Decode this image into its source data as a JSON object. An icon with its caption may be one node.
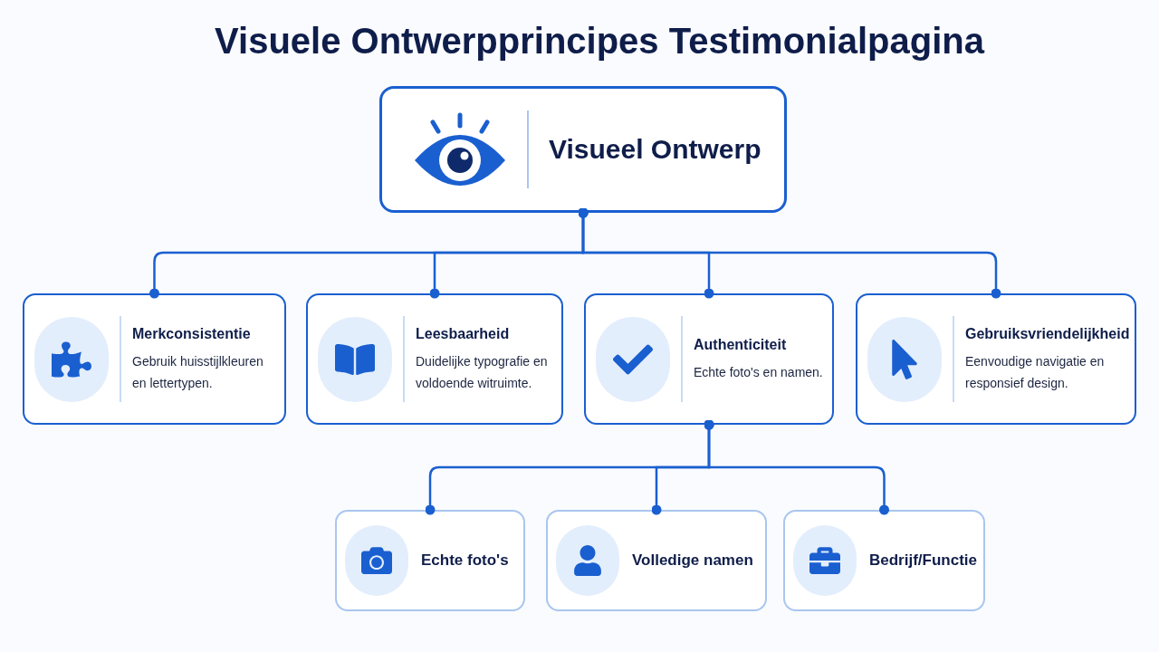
{
  "diagram": {
    "title": "Visuele Ontwerpprincipes Testimonialpagina",
    "nodes": [
      {
        "text": [
          "Visueel Ontwerp"
        ]
      },
      {
        "text": [
          "Merkconsistentie",
          "Gebruik huisstijlkleuren en lettertypen."
        ]
      },
      {
        "text": [
          "Leesbaarheid",
          "Duidelijke typografie en voldoende witruimte."
        ]
      },
      {
        "text": [
          "Authenticiteit",
          "Echte foto's en namen."
        ]
      },
      {
        "text": [
          "Gebruiksvriendelijkheid",
          "Eenvoudige navigatie en responsief design."
        ]
      },
      {
        "text": [
          "Echte foto's"
        ]
      },
      {
        "text": [
          "Volledige namen"
        ]
      },
      {
        "text": [
          "Bedrijf/Functie"
        ]
      }
    ],
    "edges": [
      {
        "from": 0,
        "to": 1,
        "arrow": "other"
      },
      {
        "from": 0,
        "to": 2,
        "arrow": "other"
      },
      {
        "from": 0,
        "to": 3,
        "arrow": "other"
      },
      {
        "from": 0,
        "to": 4,
        "arrow": "other"
      },
      {
        "from": 3,
        "to": 5,
        "arrow": "other"
      },
      {
        "from": 3,
        "to": 6,
        "arrow": "other"
      },
      {
        "from": 3,
        "to": 7,
        "arrow": "other"
      }
    ]
  }
}
